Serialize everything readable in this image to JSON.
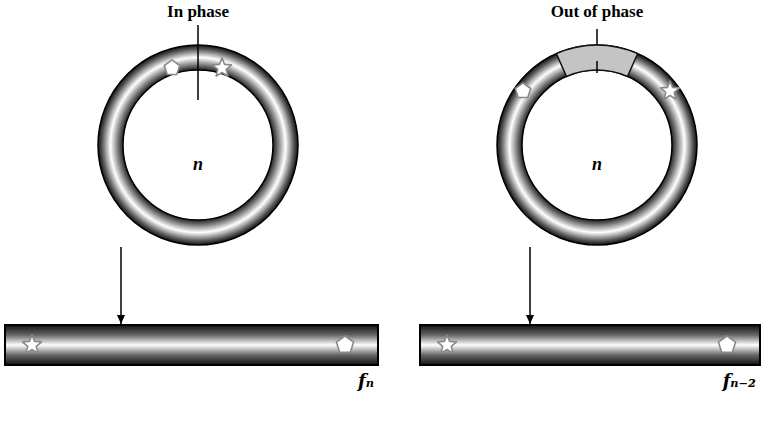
{
  "diagram": {
    "nodes": [
      {
        "text": [
          "In phase",
          "n"
        ]
      },
      {
        "text": [
          "Out of phase",
          "n"
        ]
      },
      {
        "text": [
          "fₙ"
        ]
      },
      {
        "text": [
          "fₙ₋₂"
        ]
      }
    ],
    "edges": [
      {
        "from": 0,
        "to": 2,
        "arrow": "to"
      },
      {
        "from": 1,
        "to": 3,
        "arrow": "to"
      }
    ]
  }
}
